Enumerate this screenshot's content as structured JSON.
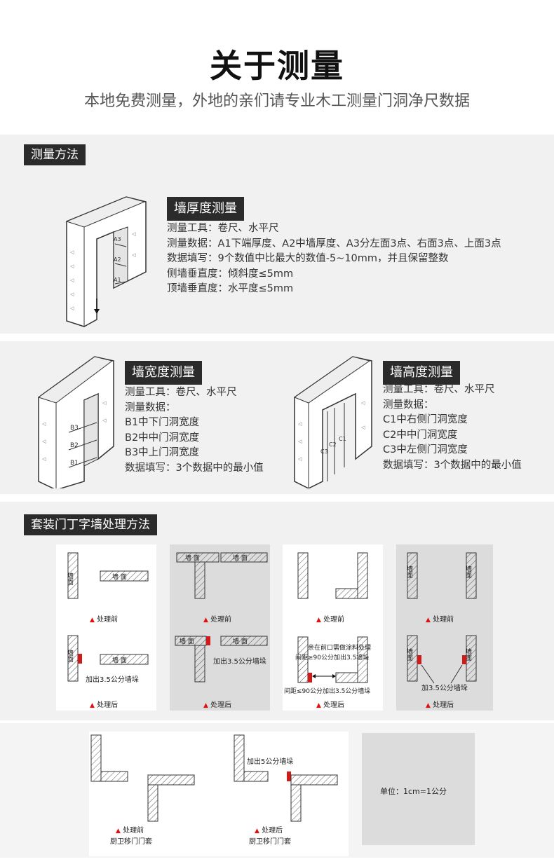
{
  "header": {
    "title": "关于测量",
    "subtitle": "本地免费测量，外地的亲们请专业木工测量门洞净尺数据"
  },
  "section1": {
    "tag": "测量方法",
    "thickness": {
      "title": "墙厚度测量",
      "lines": [
        "测量工具：卷尺、水平尺",
        "测量数据：A1下端厚度、A2中墙厚度、A3分左面3点、右面3点、上面3点",
        "数据填写：9个数值中比最大的数值-5~10mm，并且保留整数",
        "侧墙垂直度：倾斜度≤5mm",
        "顶墙垂直度：水平度≤5mm"
      ],
      "labels": [
        "A3",
        "A2",
        "A1"
      ]
    }
  },
  "section2": {
    "width": {
      "title": "墙宽度测量",
      "lines": [
        "测量工具：卷尺、水平尺",
        "测量数据：",
        "B1中下门洞宽度",
        "B2中中门洞宽度",
        "B3中上门洞宽度",
        "数据填写：3个数据中的最小值"
      ],
      "labels": [
        "B3",
        "B2",
        "B1"
      ]
    },
    "height": {
      "title": "墙高度测量",
      "lines": [
        "测量工具：卷尺、水平尺",
        "测量数据：",
        "C1中右侧门洞宽度",
        "C2中中门洞宽度",
        "C3中左侧门洞宽度",
        "数据填写：3个数据中的最小值"
      ],
      "labels": [
        "C3",
        "C2",
        "C1"
      ]
    }
  },
  "section3": {
    "tag": "套装门丁字墙处理方法",
    "wall_label": "墙面",
    "wall_label_h": "墙 面",
    "before": "处理前",
    "after": "处理后",
    "p1_note": "加出3.5公分墙垛",
    "p2_note": "加出3.5公分墙垛",
    "p3_note_top1": "亲在前口需做涂料处理",
    "p3_note_top2": "间距≥90公分加出3.5墙垛",
    "p3_note_bottom": "间距≤90公分加出3.5公分墙垛",
    "p4_note": "加3.5公分墙垛"
  },
  "section4": {
    "before": "处理前",
    "after": "处理后",
    "caption": "厨卫移门门套",
    "note": "加出5公分墙垛",
    "unit": "单位：1cm=1公分"
  },
  "colors": {
    "accent": "#d11a1a",
    "tag_bg": "#2b2b2b",
    "band_bg": "#f1f1f1"
  }
}
